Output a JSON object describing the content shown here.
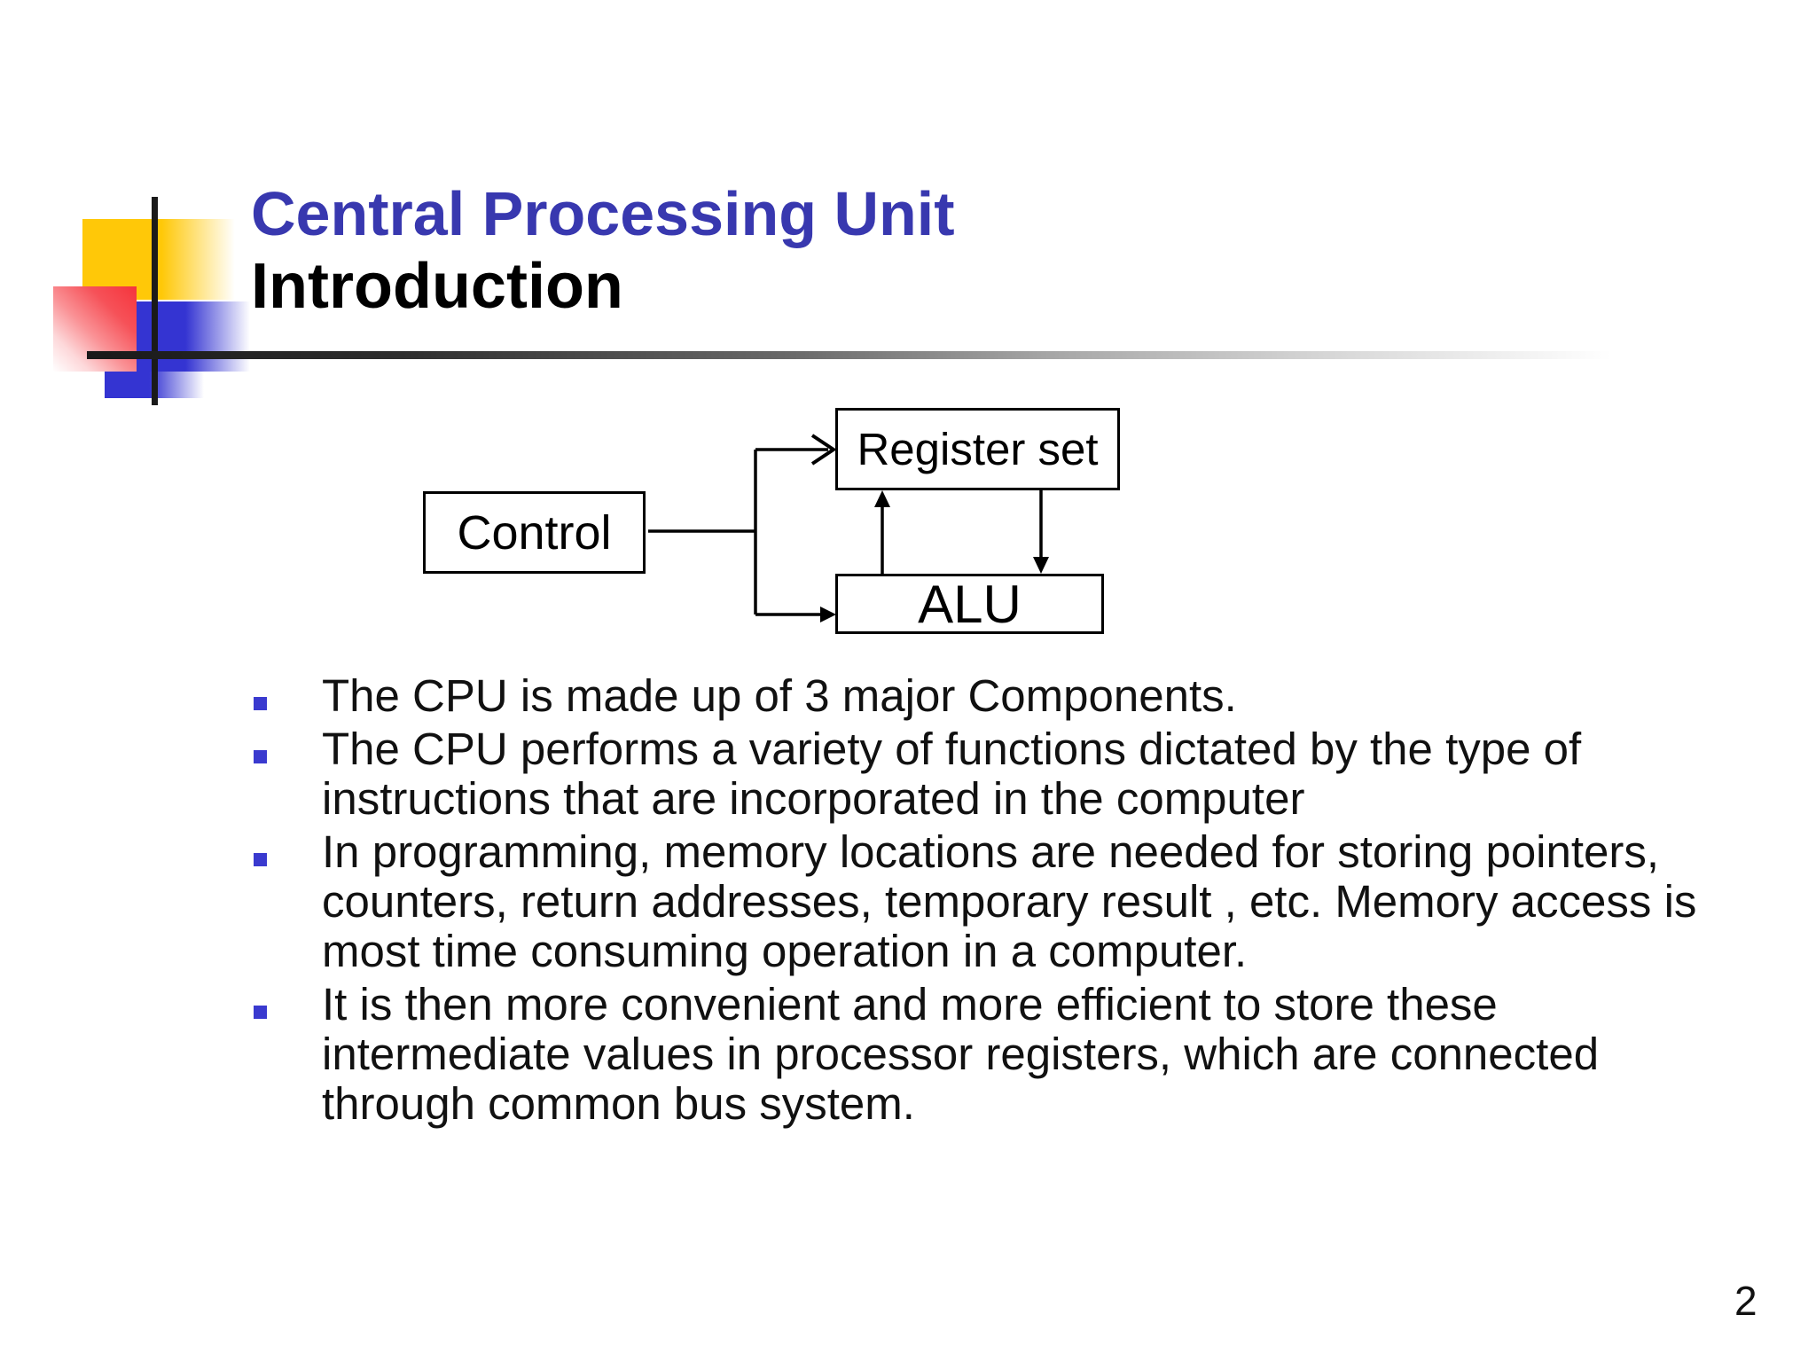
{
  "slide": {
    "title_line1": "Central Processing Unit",
    "title_line2": "Introduction",
    "page_number": "2"
  },
  "diagram": {
    "register_box_label": "Register set",
    "control_box_label": "Control",
    "alu_box_label": "ALU",
    "connections": [
      "control-to-junction",
      "junction-to-register-arrow",
      "junction-to-alu-arrow",
      "alu-to-register-up-arrow",
      "register-to-alu-down-arrow"
    ]
  },
  "bullets": [
    {
      "lines": [
        "The CPU is made up of 3 major Components."
      ]
    },
    {
      "lines": [
        "The CPU performs a variety of functions dictated by the type of",
        "instructions that are incorporated in the computer"
      ]
    },
    {
      "lines": [
        "In programming, memory locations are needed for storing pointers,",
        "counters, return addresses, temporary result , etc. Memory access is",
        "most time consuming operation in a computer."
      ]
    },
    {
      "lines": [
        "It is then more convenient and more efficient to store these",
        "intermediate values in processor registers, which are connected",
        "through common bus system."
      ]
    }
  ],
  "colors": {
    "title_blue": "#3838AF",
    "bullet_marker_blue": "#3A3ACF",
    "logo_yellow": "#FFC808",
    "logo_blue": "#3434D2",
    "logo_red": "#F5343C",
    "text_black": "#111111"
  }
}
